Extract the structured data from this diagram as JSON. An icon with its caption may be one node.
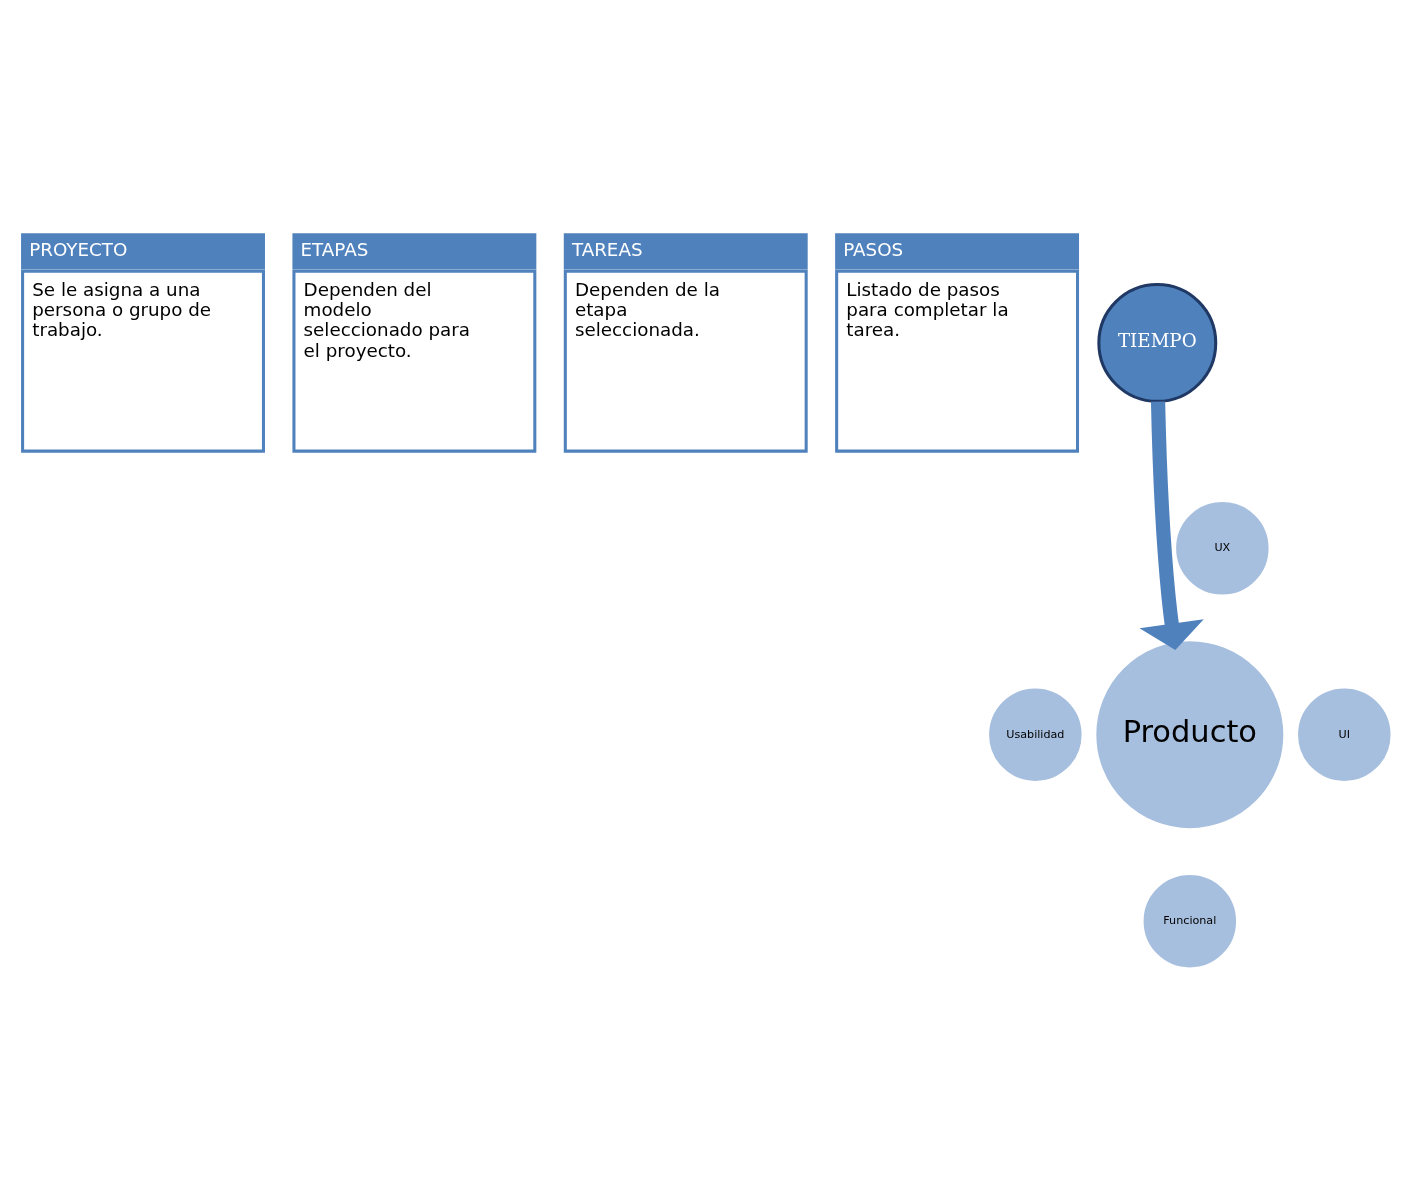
{
  "diagram": {
    "nodes": [
      {
        "text": [
          "PROYECTO",
          "Se le asigna a una persona o grupo de trabajo."
        ]
      },
      {
        "text": [
          "ETAPAS",
          "Dependen del modelo seleccionado para el proyecto."
        ]
      },
      {
        "text": [
          "TAREAS",
          "Dependen de la etapa seleccionada."
        ]
      },
      {
        "text": [
          "PASOS",
          "Listado de pasos para completar la tarea."
        ]
      },
      {
        "text": [
          "TIEMPO"
        ]
      },
      {
        "text": [
          "UX"
        ]
      },
      {
        "text": [
          "Usabilidad"
        ]
      },
      {
        "text": [
          "Producto"
        ]
      },
      {
        "text": [
          "UI"
        ]
      },
      {
        "text": [
          "Funcional"
        ]
      }
    ],
    "edges": [
      {
        "from": 4,
        "to": 7,
        "arrow": "to"
      }
    ]
  }
}
